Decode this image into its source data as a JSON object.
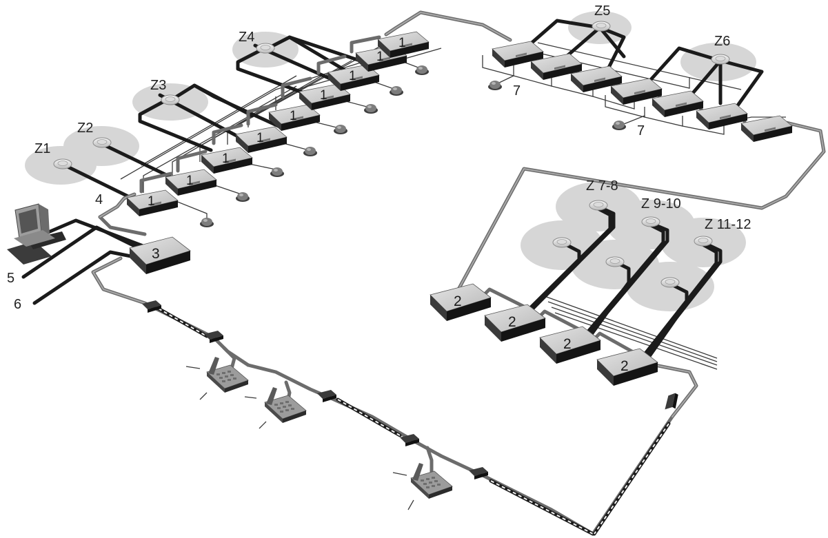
{
  "labels": {
    "z1": "Z1",
    "z2": "Z2",
    "z3": "Z3",
    "z4": "Z4",
    "z5": "Z5",
    "z6": "Z6",
    "z78": "Z 7-8",
    "z910": "Z 9-10",
    "z1112": "Z 11-12",
    "n4": "4",
    "n5": "5",
    "n6": "6",
    "n7a": "7",
    "n7b": "7"
  },
  "box_labels": {
    "one": "1",
    "two": "2",
    "three": "3"
  },
  "colors": {
    "cable_black": "#1b1b1b",
    "cable_grey": "#6c6c6c",
    "box_top": "#cfcfcf",
    "zone": "#d6d6d6"
  }
}
